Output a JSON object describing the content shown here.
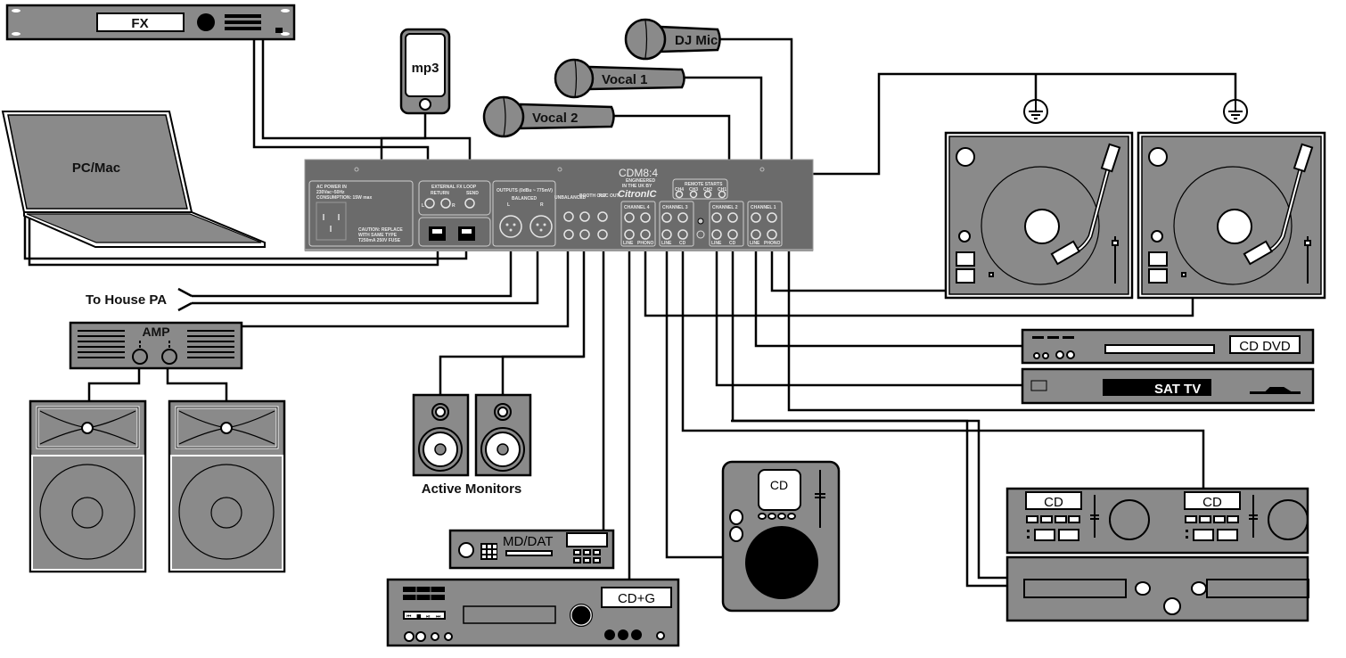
{
  "diagram": {
    "title_hidden": "DJ mixer connection diagram",
    "devices": {
      "fx": {
        "label": "FX"
      },
      "mp3": {
        "label": "mp3"
      },
      "pc": {
        "label": "PC/Mac"
      },
      "dj_mic": {
        "label": "DJ Mic"
      },
      "vocal1": {
        "label": "Vocal 1"
      },
      "vocal2": {
        "label": "Vocal 2"
      },
      "house_pa": {
        "label": "To House PA"
      },
      "amp": {
        "label": "AMP"
      },
      "monitors": {
        "label": "Active Monitors"
      },
      "md_dat": {
        "label": "MD/DAT"
      },
      "cdg": {
        "label": "CD+G"
      },
      "cd_single": {
        "label": "CD"
      },
      "cd_dvd": {
        "label": "CD DVD"
      },
      "sat_tv": {
        "label": "SAT TV"
      },
      "twin_cd_left": {
        "label": "CD"
      },
      "twin_cd_right": {
        "label": "CD"
      },
      "cdg_transport": [
        "⏮",
        "■",
        "⏯",
        "⏭"
      ]
    },
    "mixer": {
      "model": "CDM8:4",
      "engineered": "ENGINEERED",
      "in_uk": "IN THE UK BY",
      "brand": "CitronIC",
      "ac_power_title": "AC POWER IN",
      "ac_power_volts": "230Vac~50Hz",
      "ac_power_consumption": "CONSUMPTION: 15W max",
      "caution_1": "CAUTION: REPLACE",
      "caution_2": "WITH SAME TYPE",
      "caution_3": "T250mA 250V FUSE",
      "ext_fx_title": "EXTERNAL FX LOOP",
      "ext_fx_return": "RETURN",
      "ext_fx_send": "SEND",
      "ch_l": "L",
      "ch_r": "R",
      "outputs_title": "OUTPUTS (0dBu ~ 775mV)",
      "balanced": "BALANCED",
      "out_l": "L",
      "out_r": "R",
      "unbalanced": "UNBALANCED",
      "booth_out": "BOOTH OUT",
      "rec_out": "REC OUT",
      "remote_starts": "REMOTE STARTS",
      "remote_ch": [
        "CH4",
        "CH3",
        "CH2",
        "CH1"
      ],
      "channels": [
        {
          "name": "CHANNEL 4",
          "left": "LINE",
          "right": "PHONO"
        },
        {
          "name": "CHANNEL 3",
          "left": "LINE",
          "right": "CD"
        },
        {
          "name": "CHANNEL 2",
          "left": "LINE",
          "right": "CD"
        },
        {
          "name": "CHANNEL 1",
          "left": "LINE",
          "right": "PHONO"
        }
      ]
    },
    "colors": {
      "device_fill": "#8a8a8a",
      "mixer_fill": "#6b6b6b",
      "cable": "#000000",
      "background": "#ffffff"
    }
  }
}
